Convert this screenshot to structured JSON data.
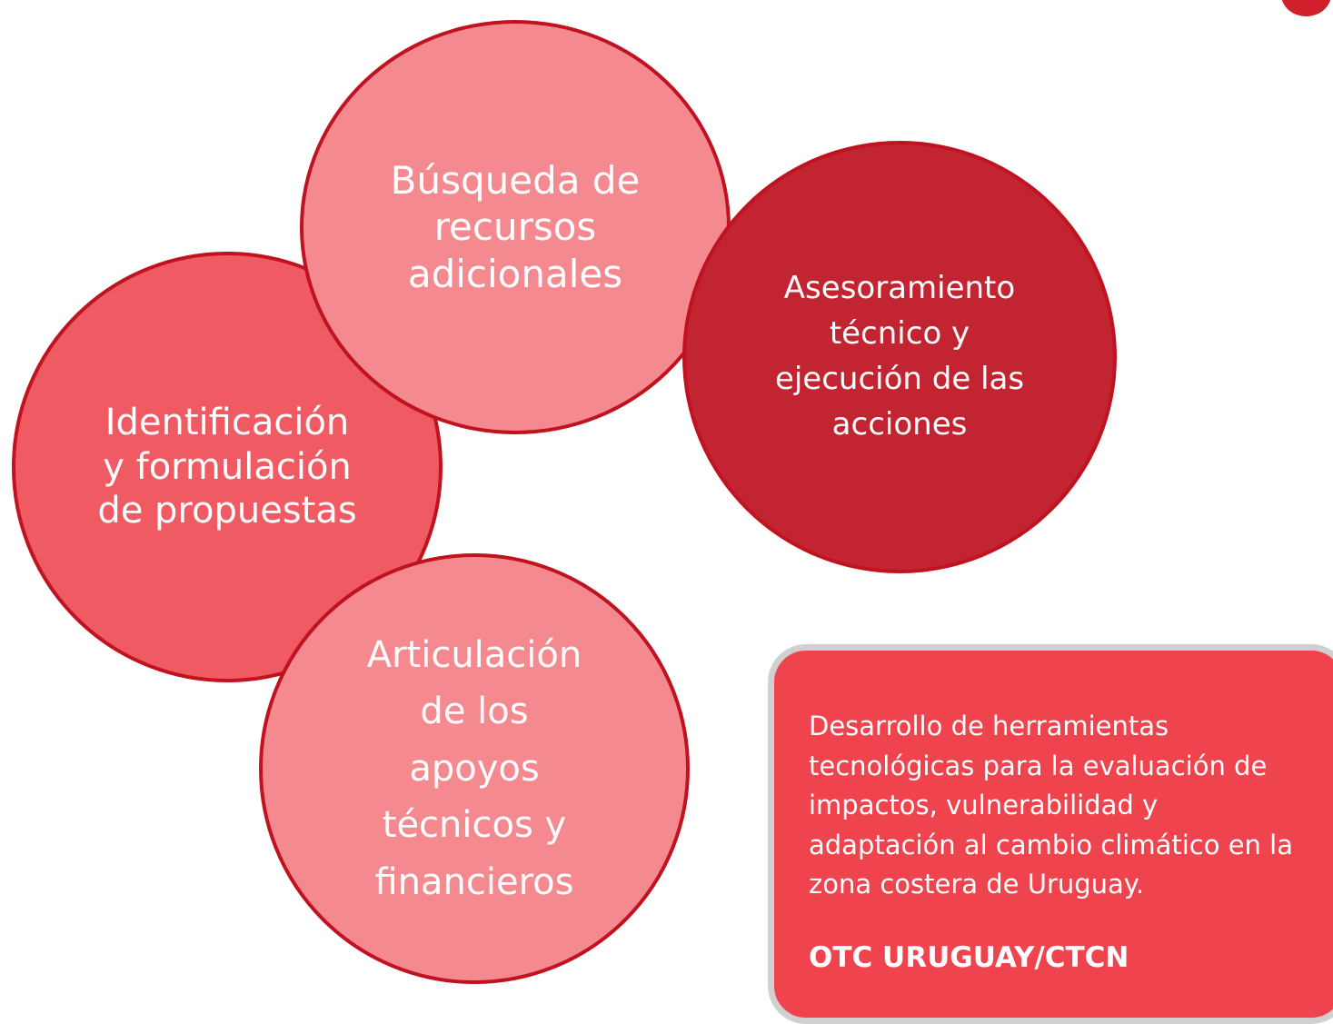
{
  "colors": {
    "circle_light": "#f48a90",
    "circle_medium": "#ef5a63",
    "circle_dark": "#c22431",
    "circle_border": "#c0121f",
    "note_background": "#ef434e",
    "note_border": "#d0d0d0",
    "text": "#ffffff"
  },
  "diagram": {
    "nodes": [
      {
        "id": "identificacion",
        "label": "Identificación\ny formulación\nde propuestas",
        "tone": "medium"
      },
      {
        "id": "busqueda",
        "label": "Búsqueda de\nrecursos\nadicionales",
        "tone": "light"
      },
      {
        "id": "asesoramiento",
        "label": "Asesoramiento\ntécnico y\nejecución de las\nacciones",
        "tone": "dark"
      },
      {
        "id": "articulacion",
        "label": "Articulación\nde los\napoyos\ntécnicos y\nfinancieros",
        "tone": "light"
      }
    ]
  },
  "note": {
    "text": "Desarrollo de herramientas tecnológicas para la evaluación de impactos, vulnerabilidad y adaptación al cambio climático en la zona costera de Uruguay.",
    "highlight": "OTC URUGUAY/CTCN"
  },
  "logo": {
    "icon": "logo-circle-icon"
  }
}
